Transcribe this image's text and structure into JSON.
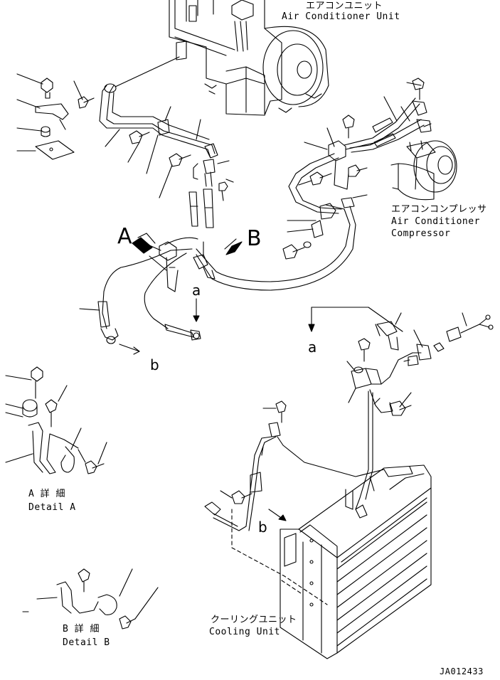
{
  "labels": {
    "ac_unit_jp": "エアコンユニット",
    "ac_unit_en": "Air Conditioner Unit",
    "compressor_jp": "エアコンコンプレッサ",
    "compressor_en_1": "Air Conditioner",
    "compressor_en_2": "Compressor",
    "cooling_jp": "クーリングユニット",
    "cooling_en": "Cooling Unit",
    "detail_a_jp": "A 詳 細",
    "detail_a_en": "Detail A",
    "detail_b_jp": "B 詳 細",
    "detail_b_en": "Detail B",
    "view_a": "A",
    "view_b": "B",
    "ref_a1": "a",
    "ref_a2": "a",
    "ref_b1": "b",
    "ref_b2": "b",
    "drawing_no": "JA012433"
  }
}
